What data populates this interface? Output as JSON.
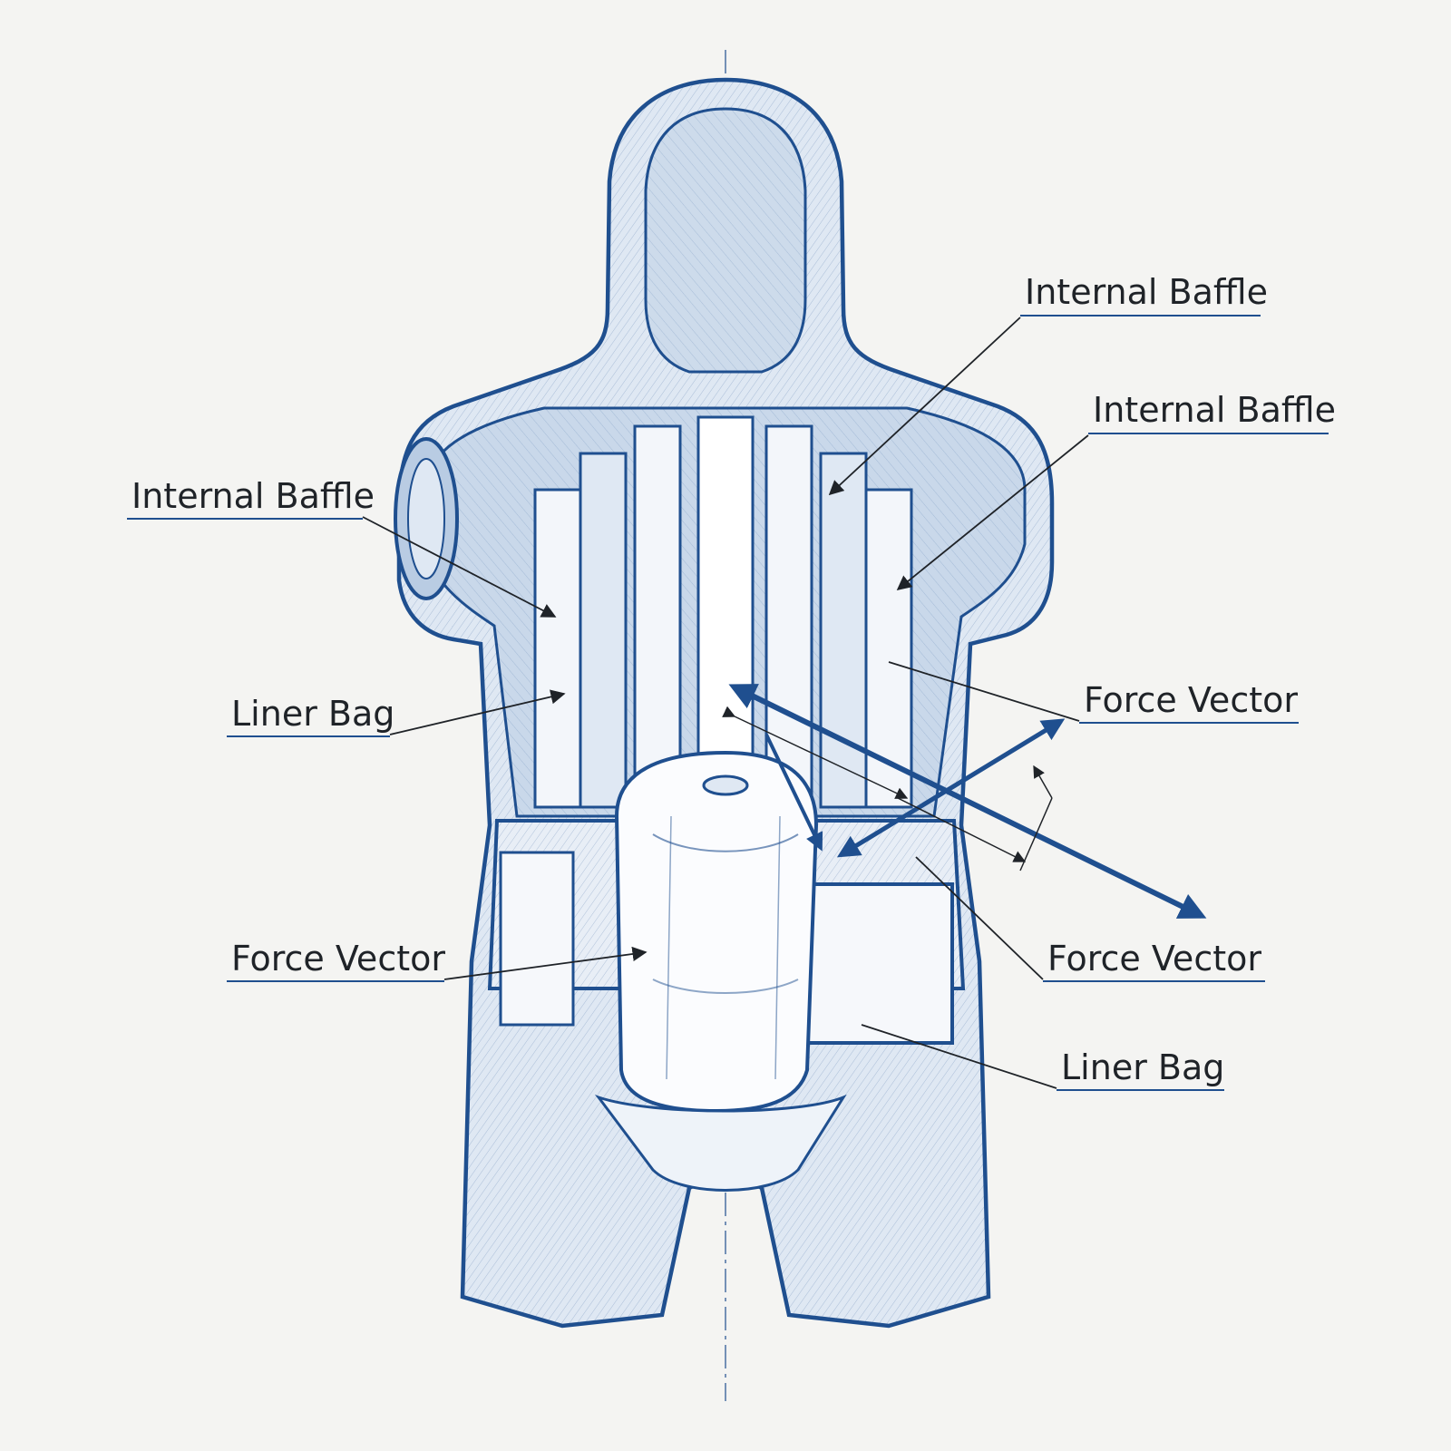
{
  "colors": {
    "background": "#f4f4f2",
    "ink": "#1f4f8f",
    "ink_light": "#7fa2cc",
    "fill_light": "#dfe8f3",
    "fill_mid": "#b9cce3",
    "label_text": "#1f2328",
    "leader": "#1f2328",
    "underline": "#1f4f8f"
  },
  "callouts": [
    {
      "id": "internal-baffle-top",
      "text": "Internal Baffle"
    },
    {
      "id": "internal-baffle-right",
      "text": "Internal Baffle"
    },
    {
      "id": "internal-baffle-left",
      "text": "Internal Baffle"
    },
    {
      "id": "liner-bag-left",
      "text": "Liner Bag"
    },
    {
      "id": "force-vector-right-upper",
      "text": "Force Vector"
    },
    {
      "id": "force-vector-left",
      "text": "Force Vector"
    },
    {
      "id": "force-vector-right-lower",
      "text": "Force Vector"
    },
    {
      "id": "liner-bag-right",
      "text": "Liner Bag"
    }
  ]
}
